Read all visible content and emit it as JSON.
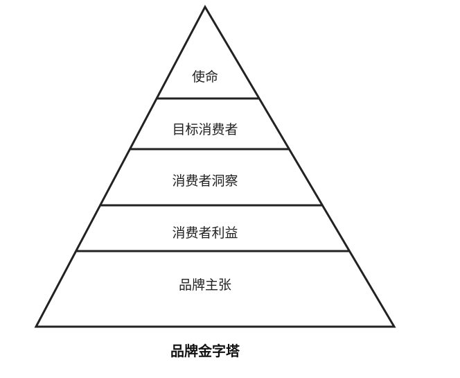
{
  "pyramid": {
    "levels": [
      "使命",
      "目标消费者",
      "消费者洞察",
      "消费者利益",
      "品牌主张"
    ],
    "caption": "品牌金字塔",
    "stroke_color": "#222222"
  }
}
